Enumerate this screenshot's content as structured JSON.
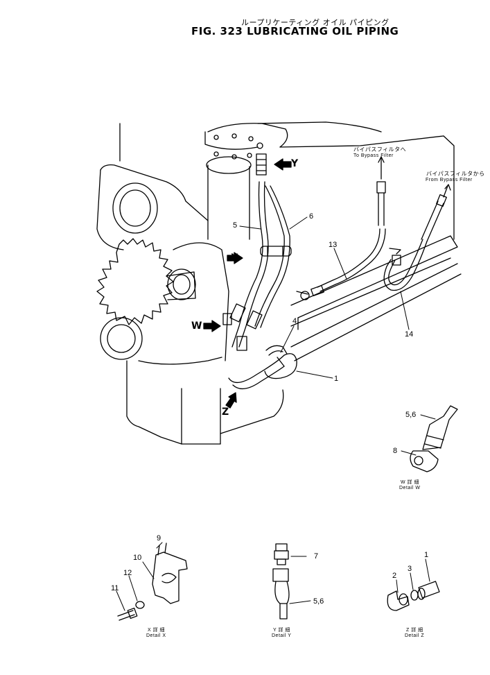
{
  "header": {
    "subtitle_jp": "ループリケーティング オイル パイピング",
    "title": "FIG. 323  LUBRICATING  OIL  PIPING"
  },
  "references": {
    "y": "Y",
    "x": "X",
    "w": "W",
    "z": "Z"
  },
  "bypass": {
    "to_jp": "バイパスフィルタへ",
    "to_en": "To Bypass Filter",
    "from_jp": "バイパスフィルタから",
    "from_en": "From Bypass Filter"
  },
  "callouts": {
    "c1": "1",
    "c4": "4",
    "c5": "5",
    "c6": "6",
    "c13": "13",
    "c14": "14",
    "w_56": "5,6",
    "w_8": "8",
    "x_9": "9",
    "x_10": "10",
    "x_11": "11",
    "x_12": "12",
    "y_7": "7",
    "y_56": "5,6",
    "z_1": "1",
    "z_2": "2",
    "z_3": "3"
  },
  "details": {
    "w_jp": "W 詳 細",
    "w_en": "Detail W",
    "x_jp": "X 詳 細",
    "x_en": "Detail X",
    "y_jp": "Y 詳 細",
    "y_en": "Detail Y",
    "z_jp": "Z 詳 細",
    "z_en": "Detail Z"
  }
}
